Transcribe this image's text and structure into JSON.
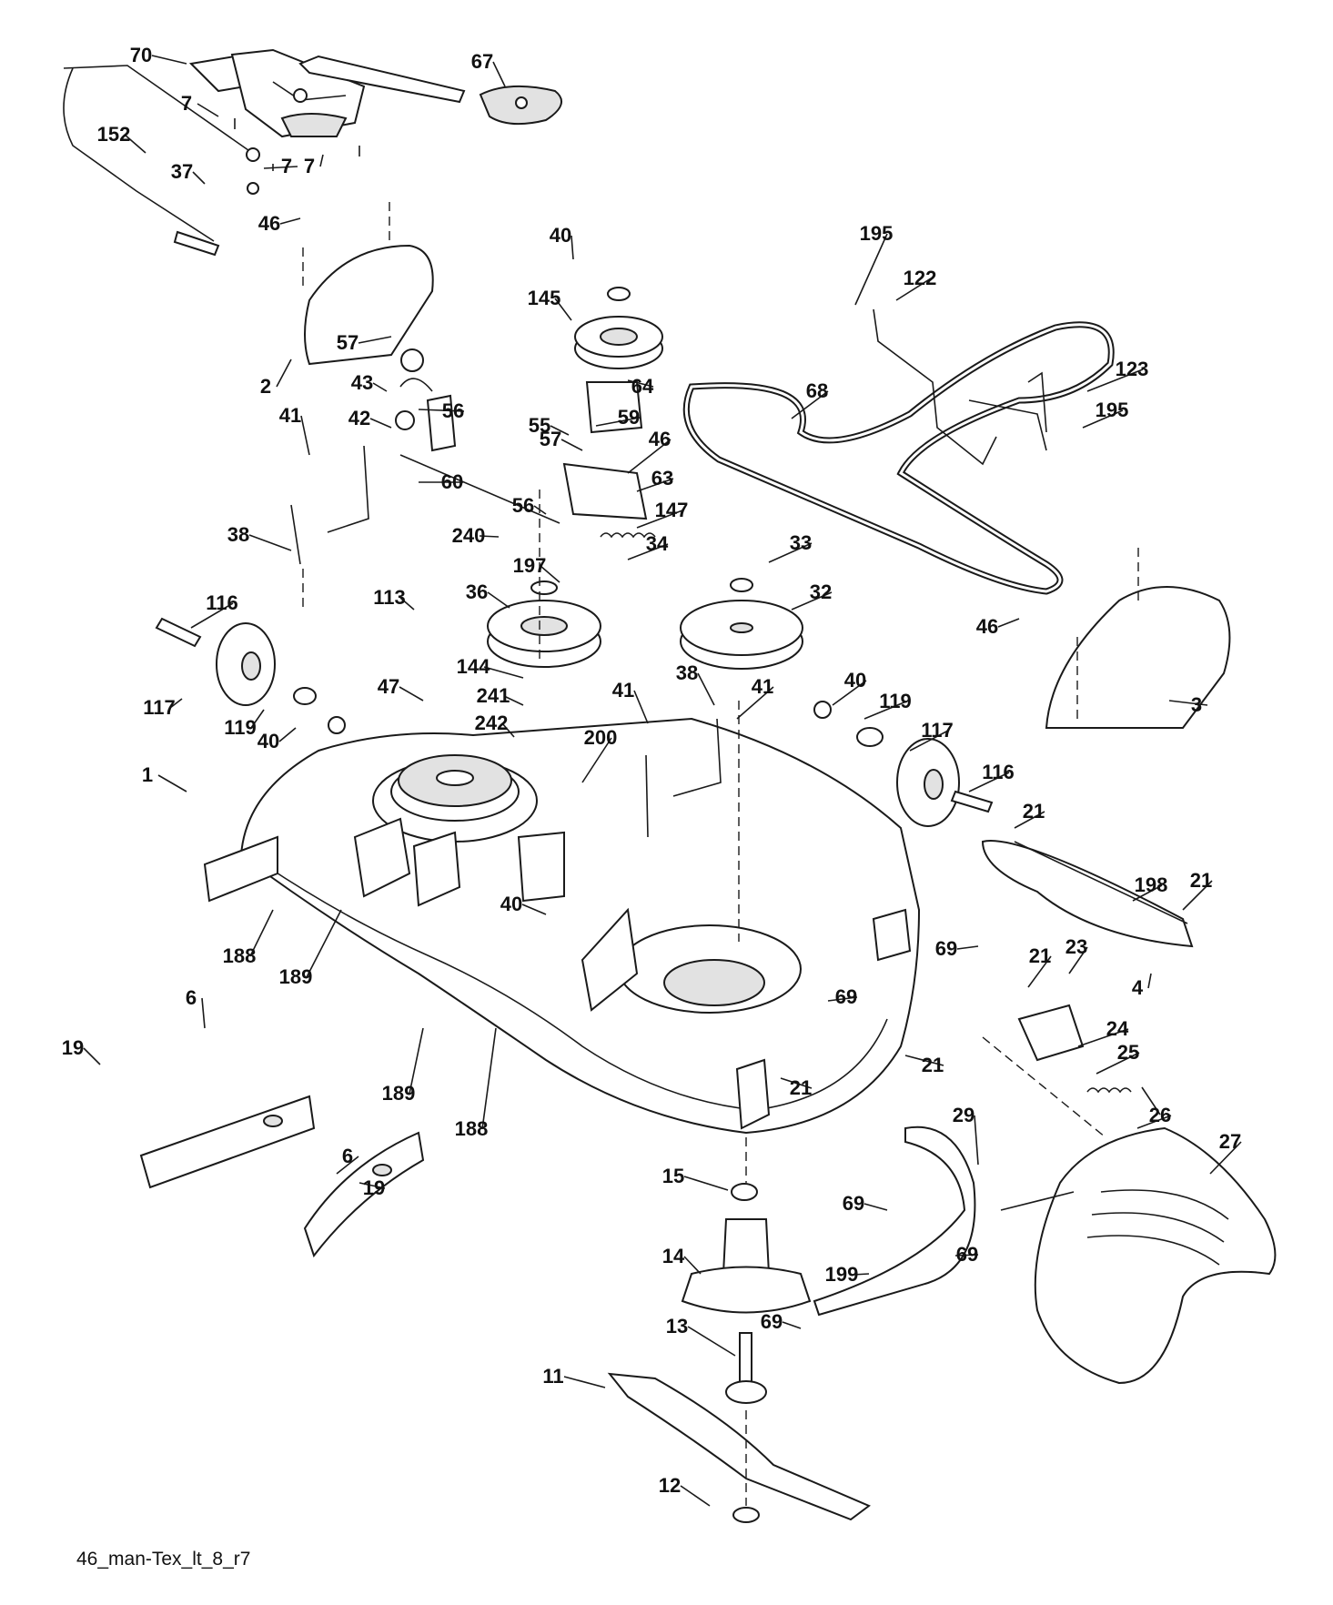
{
  "drawing_ref": "46_man-Tex_lt_8_r7",
  "callouts": [
    "70",
    "67",
    "7",
    "7",
    "7",
    "152",
    "37",
    "46",
    "2",
    "40",
    "145",
    "57",
    "43",
    "42",
    "56",
    "60",
    "64",
    "59",
    "55",
    "57",
    "46",
    "63",
    "147",
    "56",
    "240",
    "34",
    "197",
    "36",
    "33",
    "32",
    "41",
    "38",
    "113",
    "144",
    "116",
    "117",
    "119",
    "40",
    "47",
    "241",
    "242",
    "200",
    "41",
    "38",
    "41",
    "40",
    "119",
    "117",
    "116",
    "195",
    "122",
    "68",
    "123",
    "195",
    "46",
    "3",
    "1",
    "188",
    "189",
    "40",
    "189",
    "188",
    "21",
    "198",
    "21",
    "69",
    "4",
    "21",
    "23",
    "69",
    "24",
    "25",
    "21",
    "21",
    "26",
    "19",
    "6",
    "6",
    "19",
    "15",
    "14",
    "13",
    "11",
    "12",
    "29",
    "27",
    "69",
    "199",
    "69",
    "69"
  ]
}
